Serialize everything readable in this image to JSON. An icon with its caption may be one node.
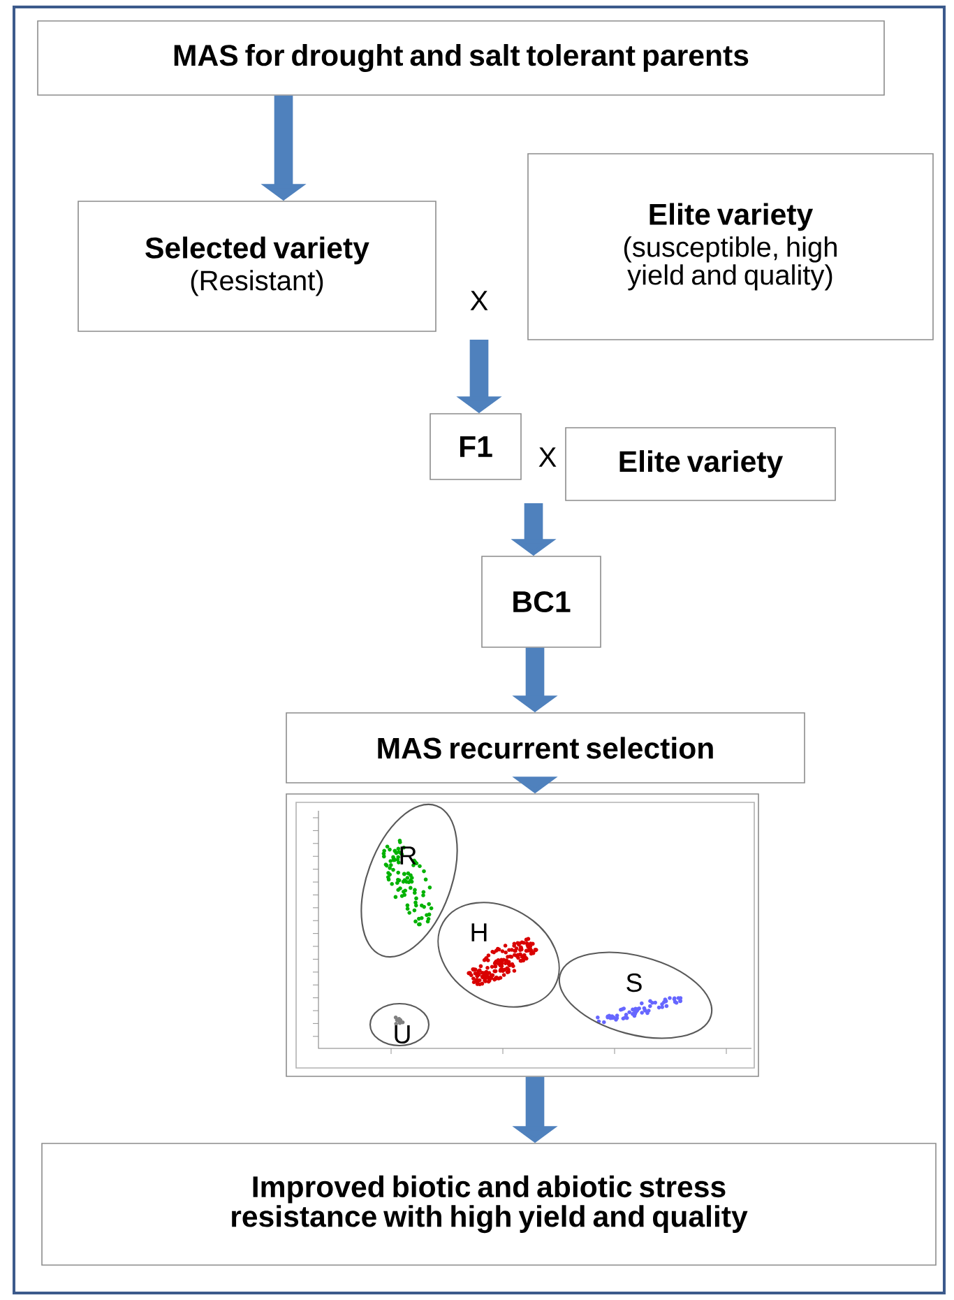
{
  "diagram": {
    "nodes": [
      {
        "text": [
          "MAS for drought and salt tolerant parents"
        ]
      },
      {
        "text": [
          "Selected variety",
          "(Resistant)"
        ]
      },
      {
        "text": [
          "Elite variety",
          "(susceptible, high yield and quality)"
        ]
      },
      {
        "text": [
          "F1"
        ]
      },
      {
        "text": [
          "Elite variety"
        ]
      },
      {
        "text": [
          "BC1"
        ]
      },
      {
        "text": [
          "MAS recurrent selection"
        ]
      },
      {
        "text": [],
        "shape": "picture"
      },
      {
        "text": [
          "Improved biotic and abiotic stress resistance with high yield and quality"
        ]
      }
    ],
    "edges": [
      {
        "from": 0,
        "to": 1,
        "arrow": "to"
      },
      {
        "from": null,
        "to": 3,
        "arrow": "to"
      },
      {
        "from": null,
        "to": 5,
        "arrow": "to"
      },
      {
        "from": 5,
        "to": 6,
        "arrow": "to"
      },
      {
        "from": 6,
        "to": 7,
        "arrow": "to"
      },
      {
        "from": 7,
        "to": 8,
        "arrow": "to"
      }
    ],
    "labels": [
      "X",
      "X",
      "R",
      "H",
      "S",
      "U"
    ]
  }
}
